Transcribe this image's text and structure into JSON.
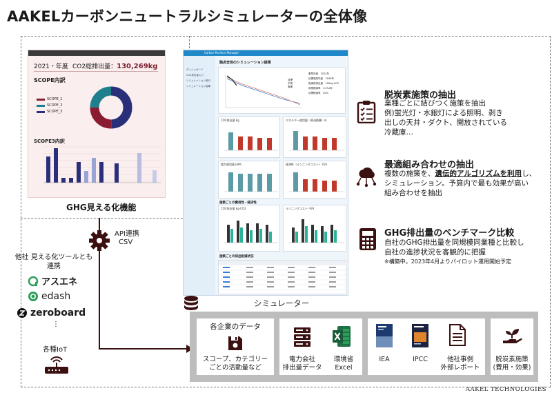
{
  "title": "AAKELカーボンニュートラルシミュレーターの全体像",
  "ghg_panel": {
    "year": "2021・年度",
    "co2_label": "CO2総排出量：",
    "co2_value": "130,269kg",
    "scope_title": "SCOPE内訳",
    "scope_legend": [
      "SCOPE_1",
      "SCOPE_2",
      "SCOPE_3"
    ],
    "scope3_title": "SCOPE3内訳",
    "caption": "GHG見える化機能"
  },
  "simulator": {
    "app_name": "Carbon Position Manager",
    "section_title": "拠点全体のシミュレーション結果",
    "side_items": [
      "ダッシュボード",
      "CO2排出量入力",
      "シミュレーション実行",
      "シミュレーション結果"
    ],
    "info_items": [
      {
        "label": "基準年度",
        "value": "2022年"
      },
      {
        "label": "目標達成年度",
        "value": "2040年"
      },
      {
        "label": "削減前排出量",
        "value": "100kg-CO2"
      },
      {
        "label": "年間削減率",
        "value": "3.4%/年"
      },
      {
        "label": "目標削減率",
        "value": "40%"
      }
    ],
    "legend_lines": [
      "目標",
      "予測",
      "実績"
    ],
    "card_titles": [
      "CO2排出量 kg",
      "エネルギー使用量（原油換算）kl",
      "電力使用量 kWh",
      "経済性（ランニングコスト）千円"
    ],
    "section2": "施策ごとの費用性・経済性",
    "card_titles2": [
      "CO2排出量 kg-CO2",
      "ランニングコスト 千円"
    ],
    "section3": "施策ごとの排出削減状況",
    "caption": "シミュレーター"
  },
  "features": [
    {
      "title": "脱炭素施策の抽出",
      "icon": "clipboard-checklist-icon",
      "lines": [
        "業種ごとに結びつく施策を抽出",
        "例)蛍光灯・水銀灯による照明、剥き",
        "出しの天井・ダクト、開放されている",
        "冷蔵庫…"
      ]
    },
    {
      "title": "最適組み合わせの抽出",
      "icon": "cloud-network-icon",
      "pre": "複数の施策を、",
      "emph": "遺伝的アルゴリズムを利用",
      "post": "し、",
      "lines": [
        "シミュレーション。予算内で最も効果が高い",
        "組み合わせを抽出"
      ]
    },
    {
      "title": "GHG排出量のベンチマーク比較",
      "icon": "calculator-icon",
      "lines": [
        "自社のGHG排出量を同規模同業種と比較し",
        "自社の進捗状況を客観的に把握"
      ],
      "note": "※構築中。2023年4月よりパイロット運用開始予定"
    }
  ],
  "connectors": {
    "api_label_1": "API連携",
    "api_label_2": "CSV",
    "other_tools_1": "他社 見える化ツールとも",
    "other_tools_2": "連携",
    "brands": [
      "アスエネ",
      "edash",
      "zeroboard"
    ],
    "ellipsis": "⋮",
    "iot_label": "各種IoT"
  },
  "data_sources": {
    "group1_title": "各企業のデータ",
    "group1_label_1": "スコープ、カテゴリー",
    "group1_label_2": "ごとの活動量など",
    "power_1": "電力会社",
    "power_2": "排出量データ",
    "env_1": "環境省",
    "env_2": "Excel",
    "iea": "IEA",
    "ipcc": "IPCC",
    "cases_1": "他社事例",
    "cases_2": "外部レポート",
    "measures_1": "脱炭素施策",
    "measures_2": "(費用・効果)"
  },
  "footer": "AAKEL TECHNOLOGIES",
  "colors": {
    "maroon": "#8a1c32",
    "teal": "#1f7f8c",
    "navy": "#2a2f7a",
    "dark_brown": "#3a1010"
  }
}
